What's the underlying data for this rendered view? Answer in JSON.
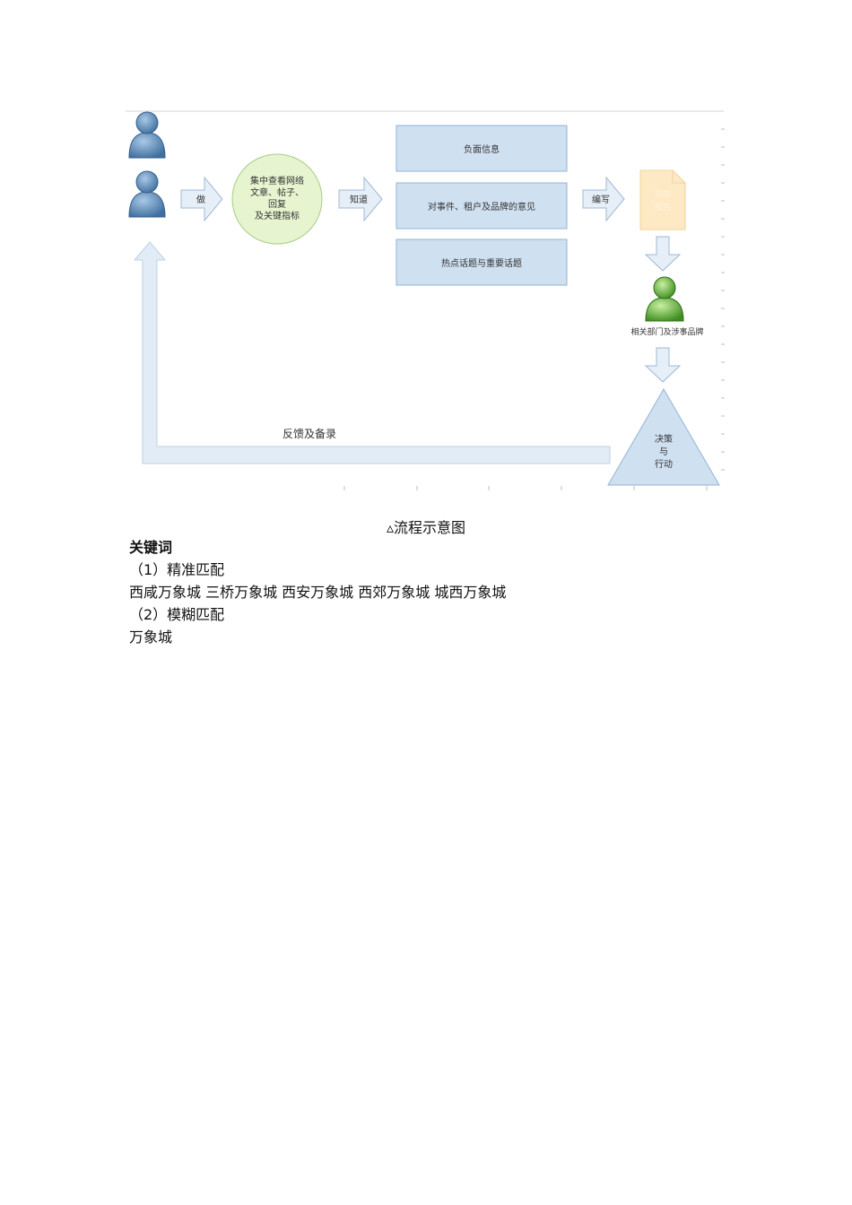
{
  "flow": {
    "action_do": "做",
    "collect": [
      "集中查看网络",
      "文章、帖子、",
      "回复",
      "及关键指标"
    ],
    "action_know": "知道",
    "boxes": [
      "负面信息",
      "对事件、租户及品牌的意见",
      "热点话题与重要话题"
    ],
    "action_write": "编写",
    "report": [
      "舆情",
      "报告"
    ],
    "dept": "相关部门及涉事品牌",
    "decision": [
      "决策",
      "与",
      "行动"
    ],
    "feedback": "反馈及备录"
  },
  "caption": "▵流程示意图",
  "section_title": "关键词",
  "items": [
    {
      "label": "（1）精准匹配",
      "content": "西咸万象城 三桥万象城 西安万象城 西郊万象城 城西万象城"
    },
    {
      "label": "（2）模糊匹配",
      "content": "万象城"
    }
  ],
  "colors": {
    "user_blue": "#5b8cc0",
    "user_green": "#6fbf3f",
    "box_fill": "#cfe0f1",
    "circle_fill": "#e6f4cf",
    "report_fill": "#fde9c4",
    "arrow_fill": "#e6eef7"
  }
}
